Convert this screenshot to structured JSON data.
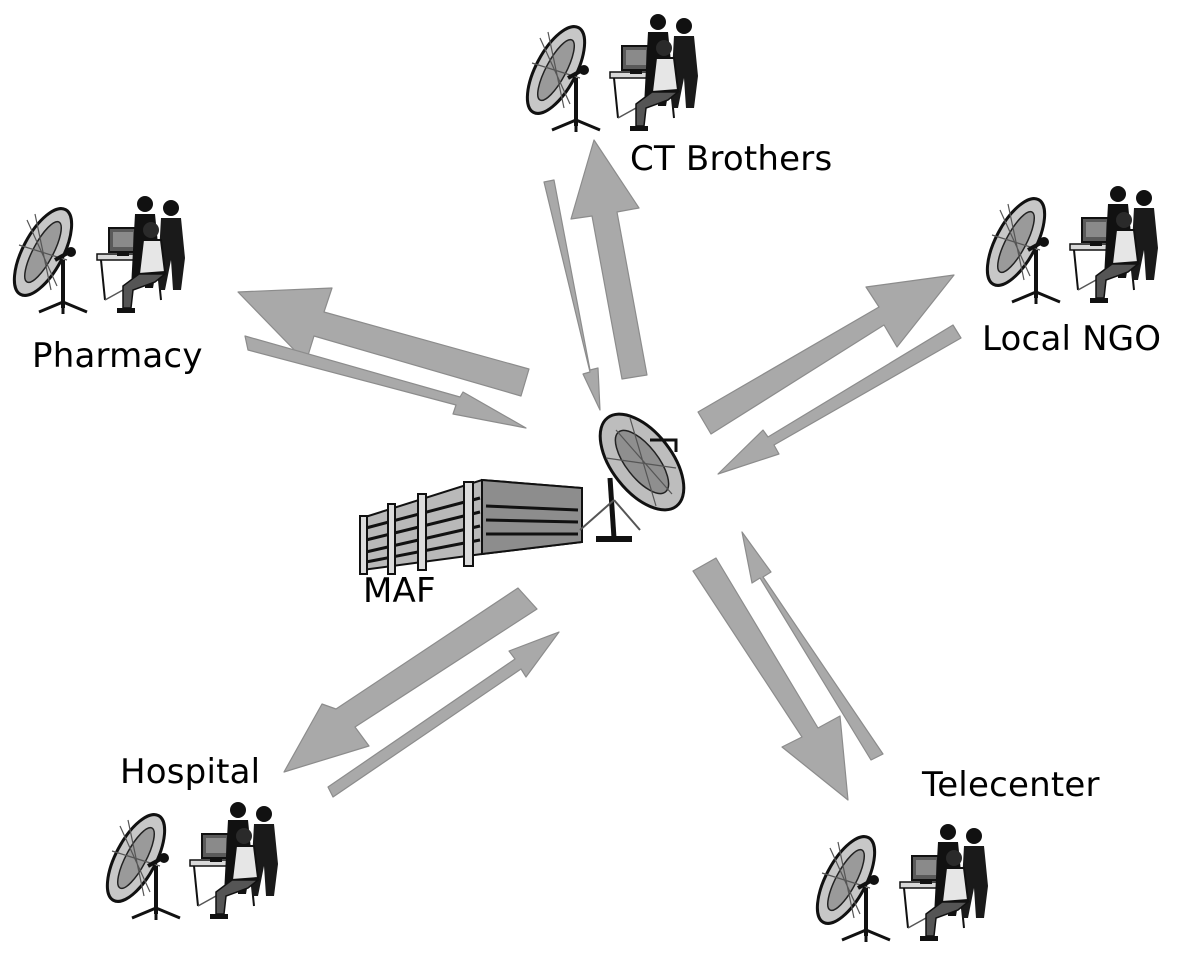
{
  "diagram": {
    "hub": {
      "label": "MAF"
    },
    "nodes": [
      {
        "id": "ct-brothers",
        "label": "CT Brothers"
      },
      {
        "id": "pharmacy",
        "label": "Pharmacy"
      },
      {
        "id": "local-ngo",
        "label": "Local NGO"
      },
      {
        "id": "hospital",
        "label": "Hospital"
      },
      {
        "id": "telecenter",
        "label": "Telecenter"
      }
    ],
    "links": [
      {
        "from": "hub",
        "to": "ct-brothers",
        "weight": "wide"
      },
      {
        "from": "ct-brothers",
        "to": "hub",
        "weight": "narrow"
      },
      {
        "from": "hub",
        "to": "pharmacy",
        "weight": "wide"
      },
      {
        "from": "pharmacy",
        "to": "hub",
        "weight": "narrow"
      },
      {
        "from": "hub",
        "to": "local-ngo",
        "weight": "wide"
      },
      {
        "from": "local-ngo",
        "to": "hub",
        "weight": "narrow"
      },
      {
        "from": "hub",
        "to": "hospital",
        "weight": "wide"
      },
      {
        "from": "hospital",
        "to": "hub",
        "weight": "narrow"
      },
      {
        "from": "hub",
        "to": "telecenter",
        "weight": "wide"
      },
      {
        "from": "telecenter",
        "to": "hub",
        "weight": "narrow"
      }
    ],
    "colors": {
      "arrow_fill": "#a9a9a9",
      "arrow_stroke": "#8c8c8c",
      "ink": "#000000",
      "background": "#ffffff"
    }
  }
}
